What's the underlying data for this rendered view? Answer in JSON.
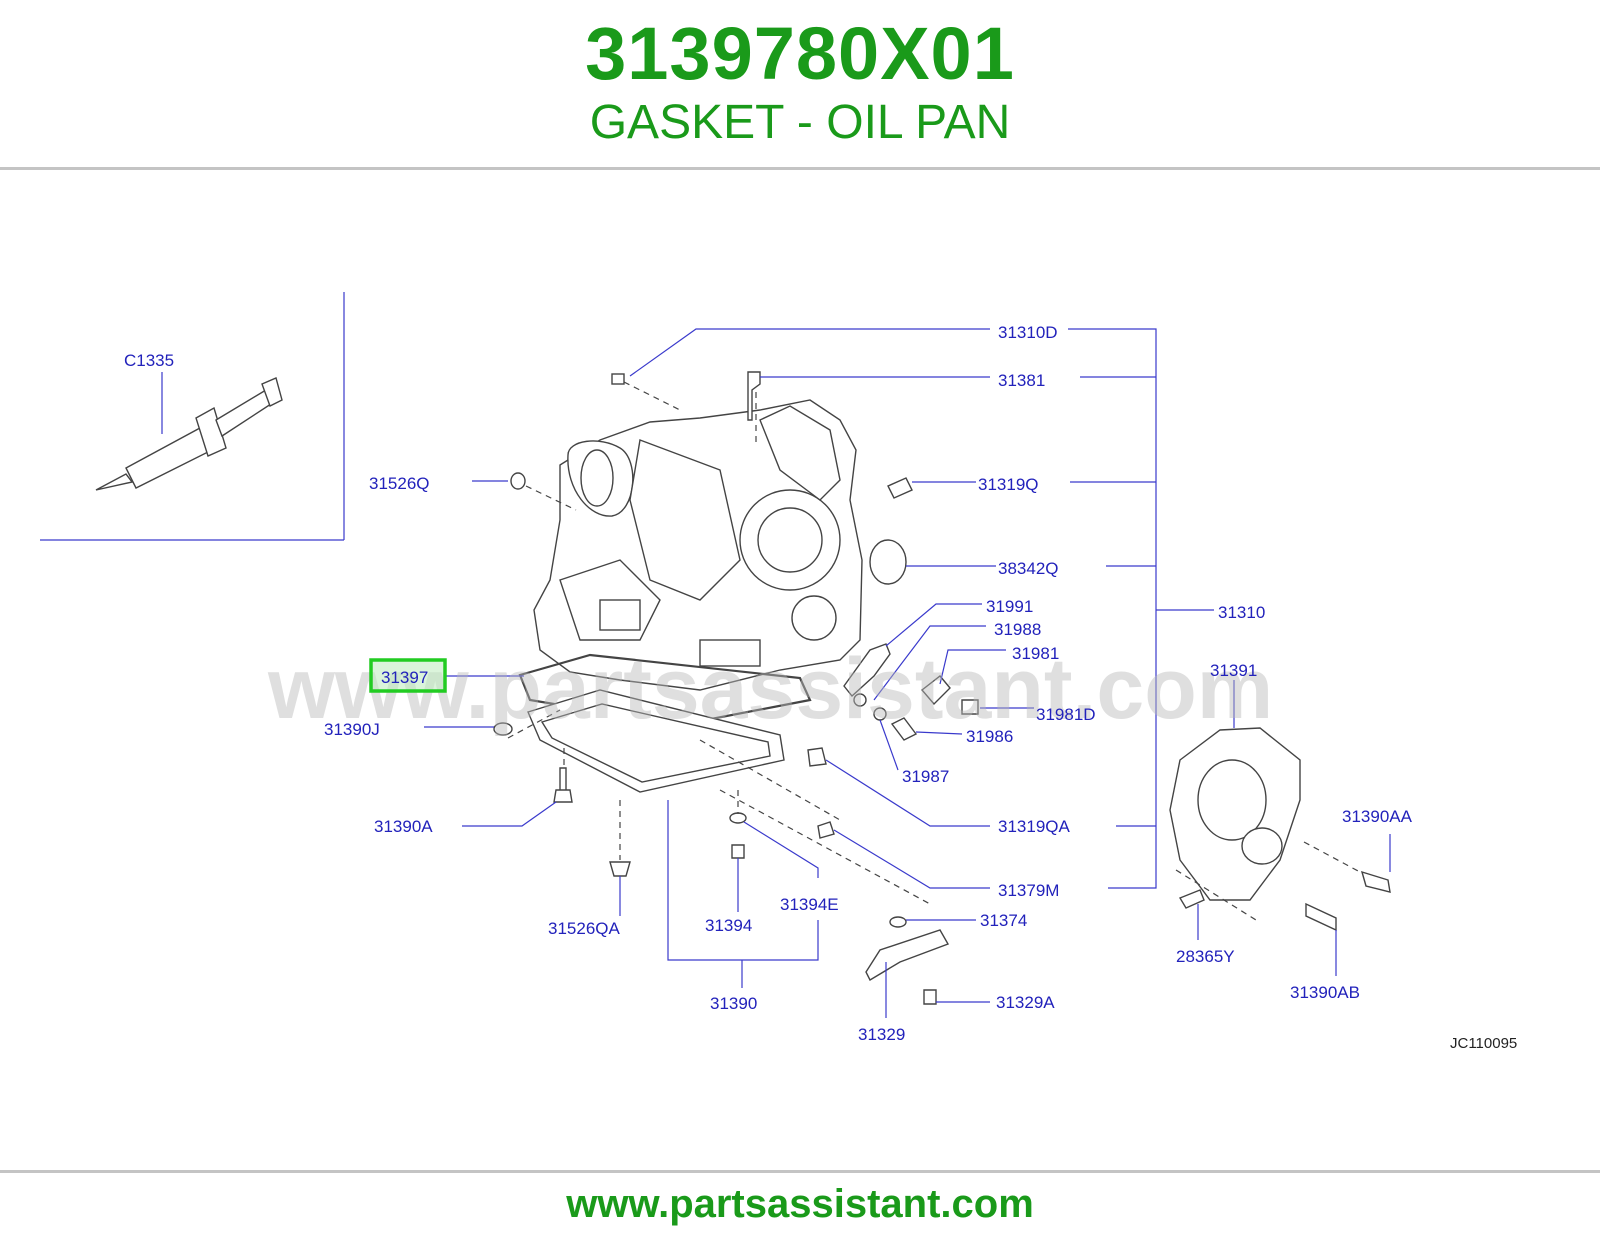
{
  "header": {
    "part_number": "3139780X01",
    "part_name": "GASKET - OIL PAN"
  },
  "footer": {
    "url": "www.partsassistant.com"
  },
  "diagram": {
    "watermark": "www.partsassistant.com",
    "drawing_code": "JC110095",
    "highlight_color": "#22cc22",
    "brand_color": "#1a9a1a",
    "label_color": "#2222bb",
    "highlighted": "31397",
    "labels": {
      "c1335": "C1335",
      "p31526q": "31526Q",
      "p31397": "31397",
      "p31390j": "31390J",
      "p31390a": "31390A",
      "p31526qa": "31526QA",
      "p31394": "31394",
      "p31394e": "31394E",
      "p31390": "31390",
      "p31329": "31329",
      "p31329a": "31329A",
      "p31374": "31374",
      "p31310d": "31310D",
      "p31381": "31381",
      "p31319q": "31319Q",
      "p38342q": "38342Q",
      "p31310": "31310",
      "p31991": "31991",
      "p31988": "31988",
      "p31981": "31981",
      "p31981d": "31981D",
      "p31986": "31986",
      "p31987": "31987",
      "p31319qa": "31319QA",
      "p31379m": "31379M",
      "p31391": "31391",
      "p31390aa": "31390AA",
      "p28365y": "28365Y",
      "p31390ab": "31390AB"
    }
  }
}
